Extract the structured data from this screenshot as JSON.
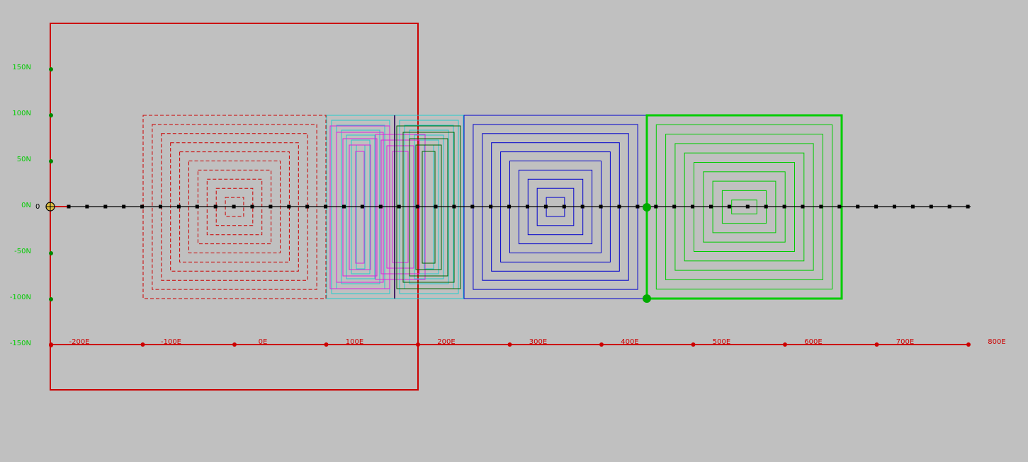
{
  "colors": {
    "background": "#c0c0c0",
    "red": "#cc0000",
    "green_axis": "#008800",
    "green_label": "#00cc00",
    "black": "#000000",
    "cyan": "#22cccc",
    "magenta": "#dd22dd",
    "dark_green": "#006600",
    "blue": "#0000cc",
    "bright_green": "#00cc00"
  },
  "y_axis": {
    "labels": [
      "150N",
      "100N",
      "50N",
      "0N",
      "-50N",
      "-100N",
      "-150N"
    ]
  },
  "x_axis": {
    "labels": [
      "-200E",
      "-100E",
      "0E",
      "100E",
      "200E",
      "300E",
      "400E",
      "500E",
      "600E",
      "700E",
      "800E"
    ]
  },
  "origin_label": "0"
}
